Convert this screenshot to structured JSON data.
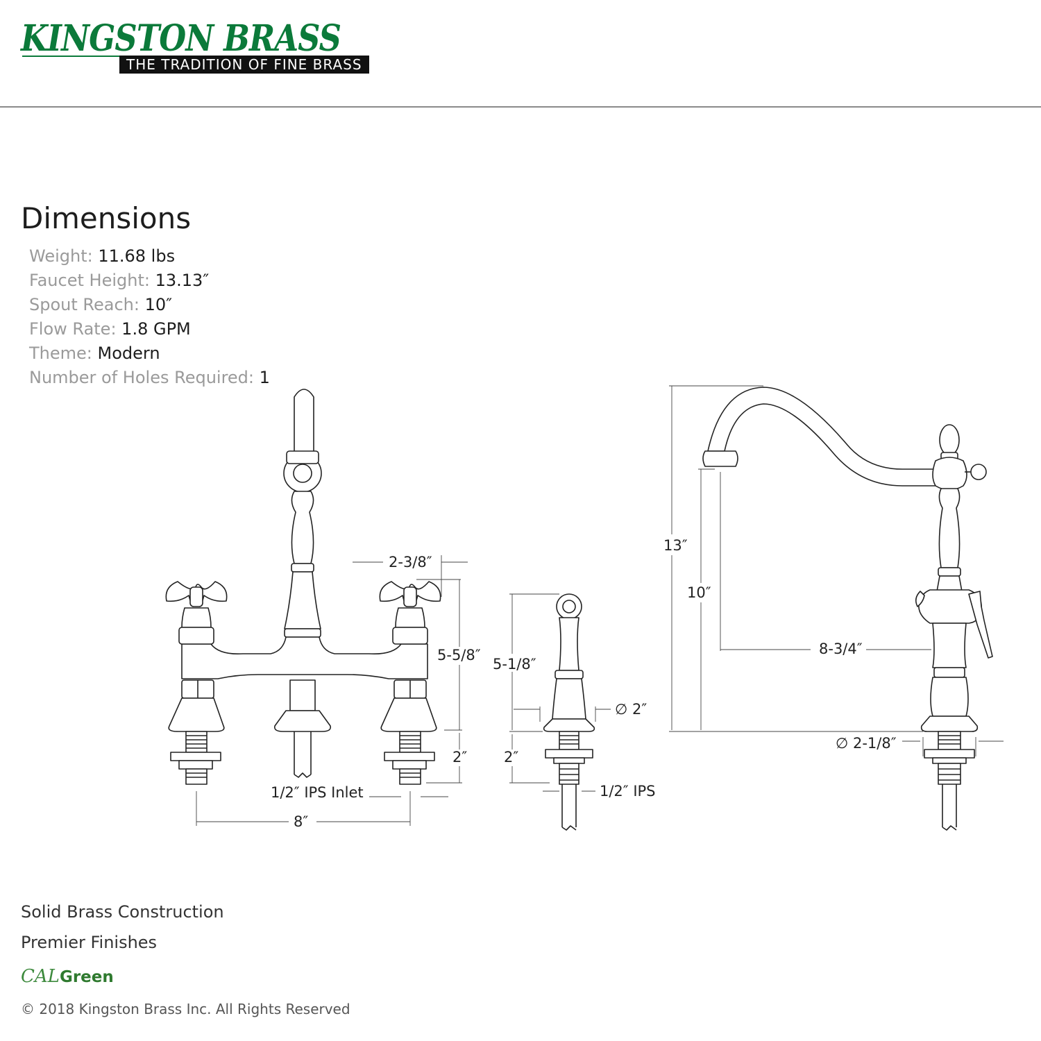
{
  "brand": {
    "name": "KINGSTON BRASS",
    "tagline": "THE TRADITION OF FINE BRASS",
    "color": "#0b7a3a"
  },
  "dimensions": {
    "title": "Dimensions",
    "specs": [
      {
        "label": "Weight:",
        "value": "11.68 lbs"
      },
      {
        "label": "Faucet Height:",
        "value": "13.13″"
      },
      {
        "label": "Spout Reach:",
        "value": "10″"
      },
      {
        "label": "Flow Rate:",
        "value": "1.8 GPM"
      },
      {
        "label": "Theme:",
        "value": "Modern"
      },
      {
        "label": "Number of Holes Required:",
        "value": "1"
      }
    ]
  },
  "drawing": {
    "labels": {
      "handle_spacing": "2-3/8″",
      "handle_height": "5-5/8″",
      "sprayer_height": "5-1/8″",
      "sprayer_diameter": "∅ 2″",
      "shank_left": "2″",
      "shank_sprayer": "2″",
      "inlet": "1/2″ IPS Inlet",
      "sprayer_ips": "1/2″ IPS",
      "centers": "8″",
      "total_height": "13″",
      "spout_height": "10″",
      "spout_reach": "8-3/4″",
      "base_diameter": "∅ 2-1/8″"
    }
  },
  "features": [
    "Solid Brass Construction",
    "Premier Finishes"
  ],
  "calgreen": {
    "part1": "CAL",
    "part2": "Green"
  },
  "copyright": "© 2018 Kingston Brass Inc. All Rights Reserved"
}
